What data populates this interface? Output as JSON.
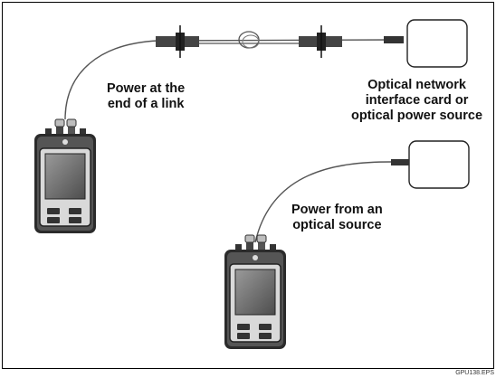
{
  "labels": {
    "power_end_link": [
      "Power at the",
      "end of a link"
    ],
    "optical_nic": [
      "Optical network",
      "interface card or",
      "optical power source"
    ],
    "power_optical_source": [
      "Power from an",
      "optical source"
    ]
  },
  "figure_id": "GPU138.EPS"
}
